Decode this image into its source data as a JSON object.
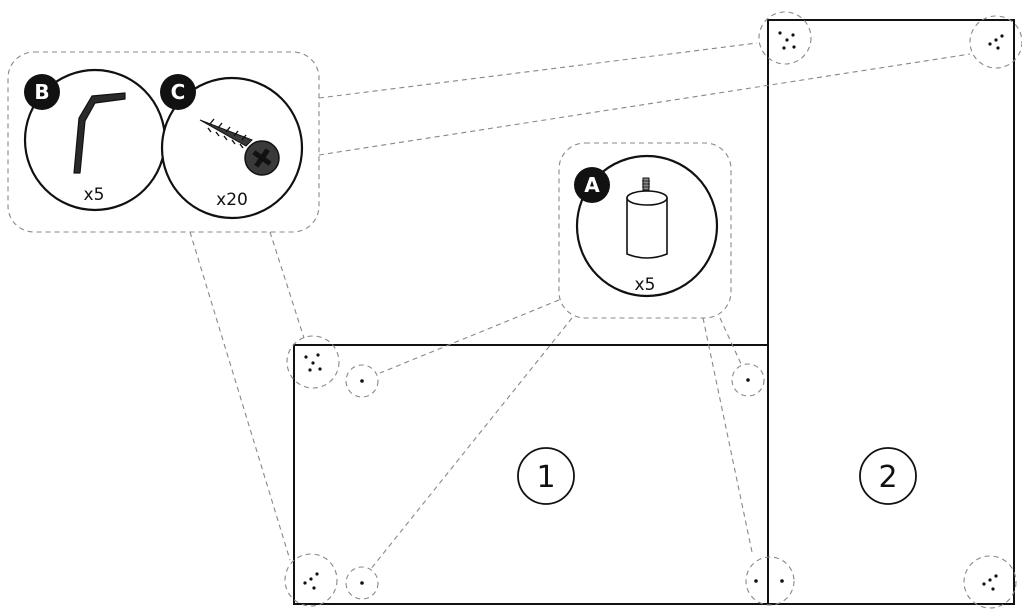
{
  "parts": {
    "a": {
      "letter": "A",
      "qty": "x5",
      "icon": "leg-icon"
    },
    "b": {
      "letter": "B",
      "qty": "x5",
      "icon": "bracket-icon"
    },
    "c": {
      "letter": "C",
      "qty": "x20",
      "icon": "screw-icon"
    }
  },
  "panels": {
    "p1": {
      "number": "1"
    },
    "p2": {
      "number": "2"
    }
  },
  "colors": {
    "ink": "#111111",
    "guide": "#888888",
    "badge": "#111111"
  }
}
